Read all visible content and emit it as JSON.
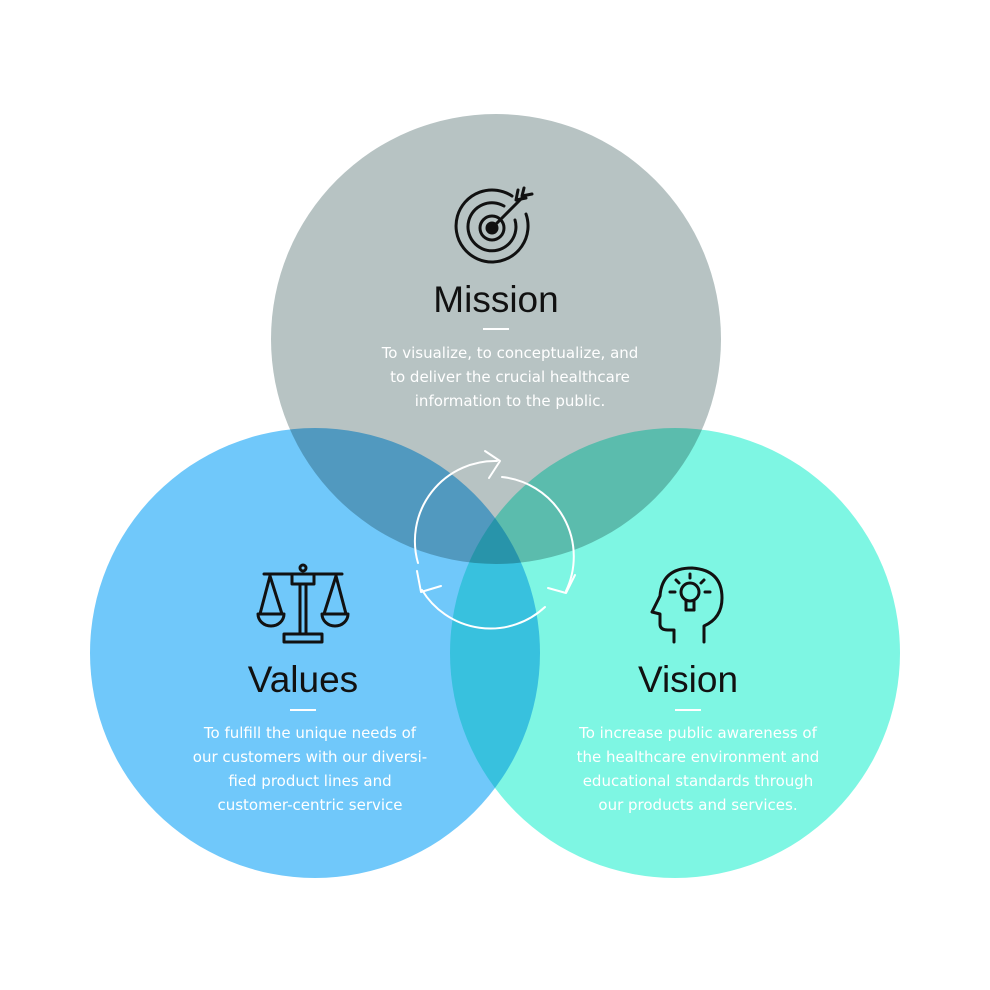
{
  "colors": {
    "mission": "#b7c3c3",
    "values": "#70c8fa",
    "vision": "#7ef6e3",
    "text_heading": "#111111",
    "text_body": "#ffffff",
    "arrows": "#ffffff"
  },
  "mission": {
    "icon": "target-arrow-icon",
    "title": "Mission",
    "lines": [
      "To visualize, to conceptualize, and",
      "to deliver the crucial healthcare",
      "information to the public."
    ]
  },
  "values": {
    "icon": "balance-scale-icon",
    "title": "Values",
    "lines": [
      "To fulfill the unique needs of",
      "our customers with our diversi-",
      "fied product lines and",
      "customer-centric service"
    ]
  },
  "vision": {
    "icon": "head-lightbulb-icon",
    "title": "Vision",
    "lines": [
      "To increase public awareness of",
      "the healthcare environment and",
      "educational standards through",
      "our products and services."
    ]
  },
  "center": {
    "icon": "cycle-arrows-icon"
  }
}
